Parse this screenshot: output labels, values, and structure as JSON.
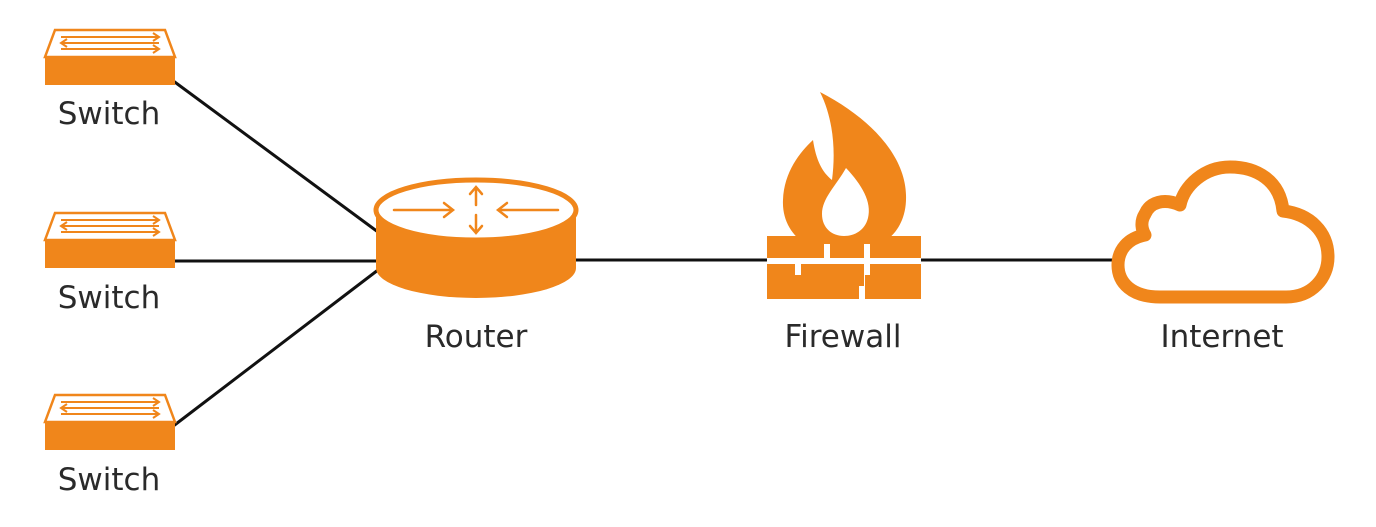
{
  "colors": {
    "accent": "#F0861B",
    "accent_light": "#FFE2BD",
    "line": "#111111",
    "text": "#2A2A2A",
    "background": "#FFFFFF"
  },
  "nodes": {
    "switches": [
      {
        "label": "Switch",
        "icon": "switch-icon"
      },
      {
        "label": "Switch",
        "icon": "switch-icon"
      },
      {
        "label": "Switch",
        "icon": "switch-icon"
      }
    ],
    "router": {
      "label": "Router",
      "icon": "router-icon"
    },
    "firewall": {
      "label": "Firewall",
      "icon": "firewall-icon"
    },
    "internet": {
      "label": "Internet",
      "icon": "cloud-icon"
    }
  }
}
